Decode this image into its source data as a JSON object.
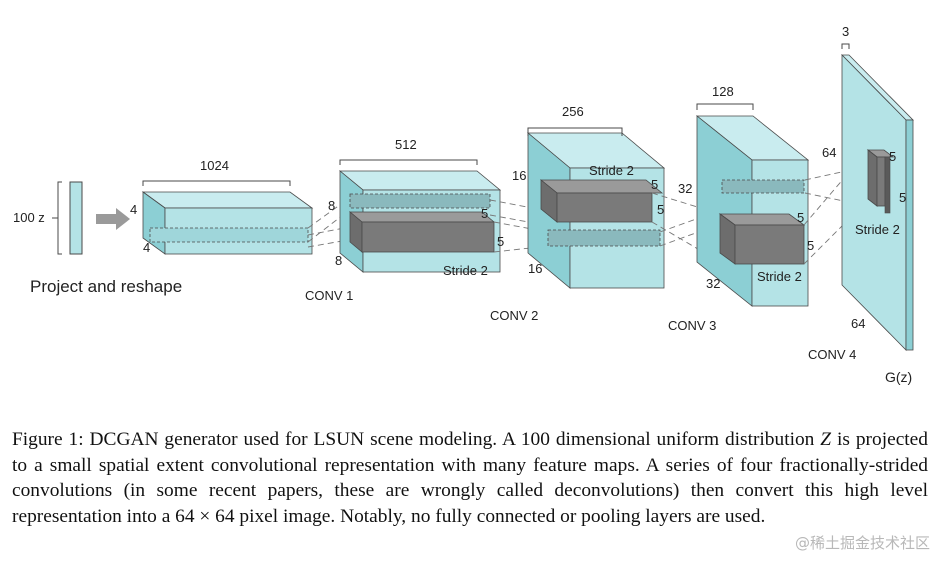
{
  "figure": {
    "input_label": "100 z",
    "project_label": "Project and reshape",
    "block0": {
      "depth": "1024",
      "h": "4",
      "w": "4"
    },
    "conv1": {
      "name": "CONV 1",
      "depth": "512",
      "h": "8",
      "w": "8",
      "k1": "5",
      "k2": "5",
      "stride": "Stride 2"
    },
    "conv2": {
      "name": "CONV 2",
      "depth": "256",
      "h": "16",
      "w": "16",
      "k1": "5",
      "k2": "5",
      "stride": "Stride 2"
    },
    "conv3": {
      "name": "CONV 3",
      "depth": "128",
      "h": "32",
      "w": "32",
      "k1": "5",
      "k2": "5",
      "stride": "Stride 2"
    },
    "conv4": {
      "name": "CONV 4",
      "depth": "3",
      "h": "64",
      "w": "64",
      "k1": "5",
      "k2": "5",
      "stride": "Stride 2"
    },
    "output_label": "G(z)"
  },
  "caption": {
    "part1": "Figure 1: DCGAN generator used for LSUN scene modeling. A 100 dimensional uniform distribution ",
    "z_symbol": "Z",
    "part2": " is projected to a small spatial extent convolutional representation with many feature maps. A series of four fractionally-strided convolutions (in some recent papers, these are wrongly called deconvolutions) then convert this high level representation into a 64 × 64 pixel image. Notably, no fully connected or pooling layers are used."
  },
  "watermark": "@稀土掘金技术社区",
  "colors": {
    "block_face": "#b4e3e6",
    "block_side": "#8ccfd4",
    "block_top": "#c9ecef",
    "kernel": "#7a7a7a",
    "edge": "#4a4a4a"
  }
}
